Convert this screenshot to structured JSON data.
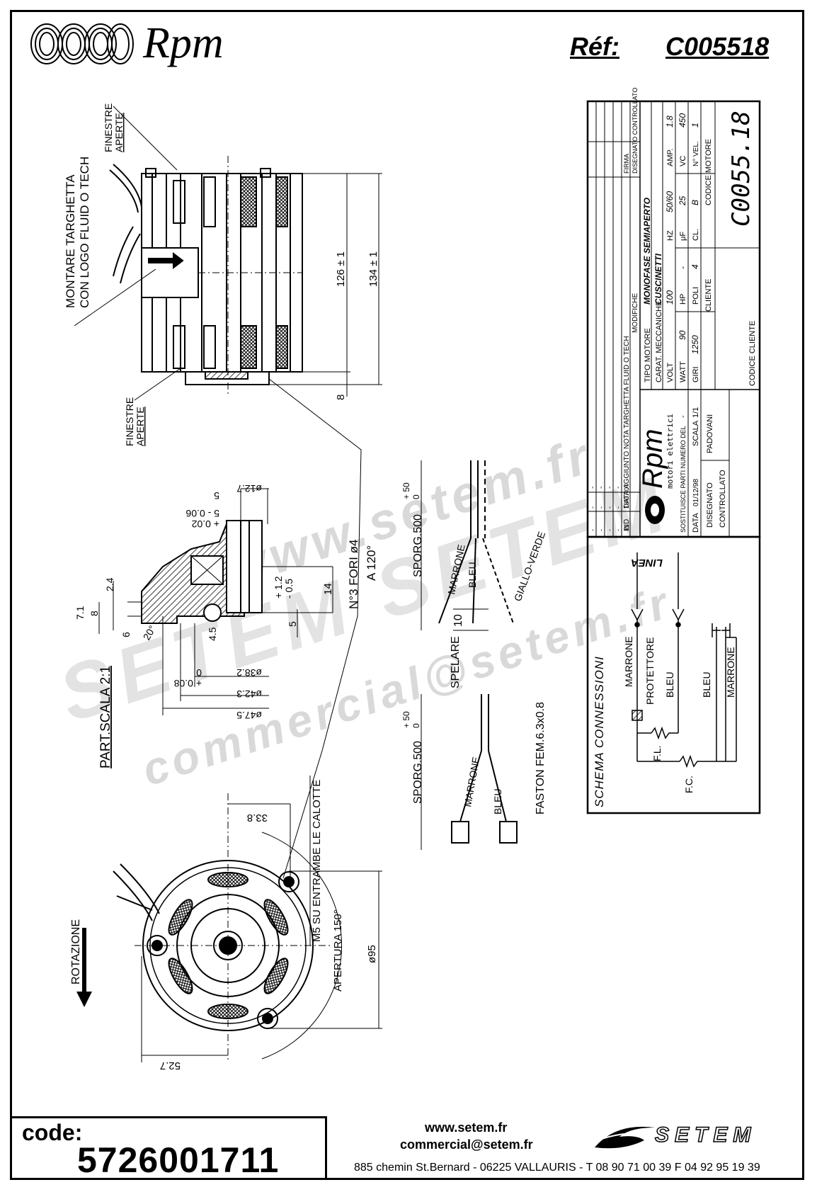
{
  "header": {
    "brand": "Rpm",
    "ref_label": "Réf:",
    "ref_value": "C005518"
  },
  "top_view": {
    "finestre_top_1": "FINESTRE",
    "finestre_top_2": "APERTE",
    "montare_1": "MONTARE TARGHETTA",
    "montare_2": "CON LOGO FLUID O TECH",
    "dim_126": "126 ± 1",
    "dim_134": "134 ± 1",
    "dim_8": "8",
    "finestre_bot_1": "FINESTRE",
    "finestre_bot_2": "APERTE"
  },
  "detail_view": {
    "part_scala": "PART.SCALA 2:1",
    "d12_7": "ø12.7",
    "tol_05": "5 - 0.06",
    "tol_002": "+ 0.02",
    "dim_5top": "5",
    "dim_24": "2.4",
    "dim_71": "7.1",
    "dim_8": "8",
    "dim_6": "6",
    "angle_20": "20°",
    "dim_45": "4.5",
    "tol_12": "+ 1.2",
    "tol_05b": "- 0.5",
    "dim_5": "5",
    "dim_14": "14",
    "fori": "N°3 FORI ø4",
    "a120": "A 120°",
    "d38_2": "ø38.2",
    "tol_008": "+ 0.08",
    "tol_0": "0",
    "d42_3": "ø42.3",
    "d47_5": "ø47.5"
  },
  "cable_view": {
    "sporg_1": "SPORG.500",
    "sporg_1_tol_plus": "+ 50",
    "sporg_1_tol_zero": "0",
    "marrone": "MARRONE",
    "bleu": "BLEU",
    "giallo": "GIALLO-VERDE",
    "spelare": "SPELARE",
    "dim_10": "10",
    "sporg_2": "SPORG.500",
    "sporg_2_tol_plus": "+ 50",
    "sporg_2_tol_zero": "0",
    "marrone2": "MARRONE",
    "bleu2": "BLEU",
    "faston": "FASTON FEM.6.3x0.8"
  },
  "front_view": {
    "rotazione": "ROTAZIONE",
    "dim_33_8": "33.8",
    "m5": "M5 SU ENTRAMBE LE CALOTTE",
    "apertura": "APERTURA 150°",
    "d95": "ø95",
    "dim_52_7": "52.7"
  },
  "title_block": {
    "revision_rows": [
      [
        "-",
        "-",
        "-"
      ],
      [
        "-",
        "-",
        "-"
      ],
      [
        "-",
        "-",
        "-"
      ],
      [
        "-",
        "-",
        "-"
      ],
      [
        "11",
        "19/07/07",
        "AGGIUNTO NOTA TARGHETTA FLUID O TECH"
      ]
    ],
    "ind": "IND",
    "data_label": "DATA",
    "modifiche": "MODIFICHE",
    "firma": "FIRMA",
    "disegnato_ctrl": "DISEGNATO CONTROLLATO",
    "brand": "Rpm",
    "brand_sub": "motori elettrici",
    "tipo_motore_label": "TIPO MOTORE",
    "tipo_motore_value": "MONOFASE SEMIAPERTO",
    "carat_label": "CARAT. MECCANICHE",
    "carat_value": "CUSCINETTI",
    "volt_label": "VOLT",
    "volt_value": "100",
    "hz_label": "HZ",
    "hz_value": "50/60",
    "amp_label": "AMP.",
    "amp_value": "1.8",
    "watt_label": "WATT",
    "watt_value": "90",
    "hp_label": "HP",
    "hp_value": "-",
    "uf_label": "μF",
    "uf_value": "25",
    "vc_label": "VC",
    "vc_value": "450",
    "giri_label": "GIRI",
    "giri_value": "1250",
    "poli_label": "POLI",
    "poli_value": "4",
    "cl_label": "CL.",
    "cl_value": "B",
    "nvel_label": "N° VEL.",
    "nvel_value": "1",
    "sostituisce": "SOSTITUISCE PARTI NUMERO DEL",
    "sostituisce_value": "-",
    "data2_label": "DATA",
    "data2_value": "01/12/98",
    "scala_label": "SCALA",
    "scala_value": "1/1",
    "cliente_label": "CLIENTE",
    "codice_motore_label": "CODICE MOTORE",
    "codice_motore_value": "C0055.18",
    "disegnato_label": "DISEGNATO",
    "disegnato_value": "PADOVANI",
    "controllato_label": "CONTROLLATO",
    "codice_cliente_label": "CODICE CLIENTE"
  },
  "schema": {
    "title": "SCHEMA CONNESSIONI",
    "linea": "LINEA",
    "marrone": "MARRONE",
    "protettore": "PROTETTORE",
    "bleu1": "BLEU",
    "bleu2": "BLEU",
    "marrone2": "MARRONE",
    "fl": "F.L.",
    "fc": "F.C."
  },
  "watermark": {
    "line1": "www.setem.fr",
    "line2": "SETEM SETEM",
    "line3": "commercial@setem.fr"
  },
  "footer": {
    "code_label": "code:",
    "code_value": "5726001711",
    "website": "www.setem.fr",
    "email": "commercial@setem.fr",
    "address": "885 chemin St.Bernard  -  06225 VALLAURIS  -  T 08 90 71 00 39   F 04 92 95 19 39",
    "setem_logo": "SETEM"
  },
  "colors": {
    "ink": "#000000",
    "watermark": "#d6d6d6"
  }
}
